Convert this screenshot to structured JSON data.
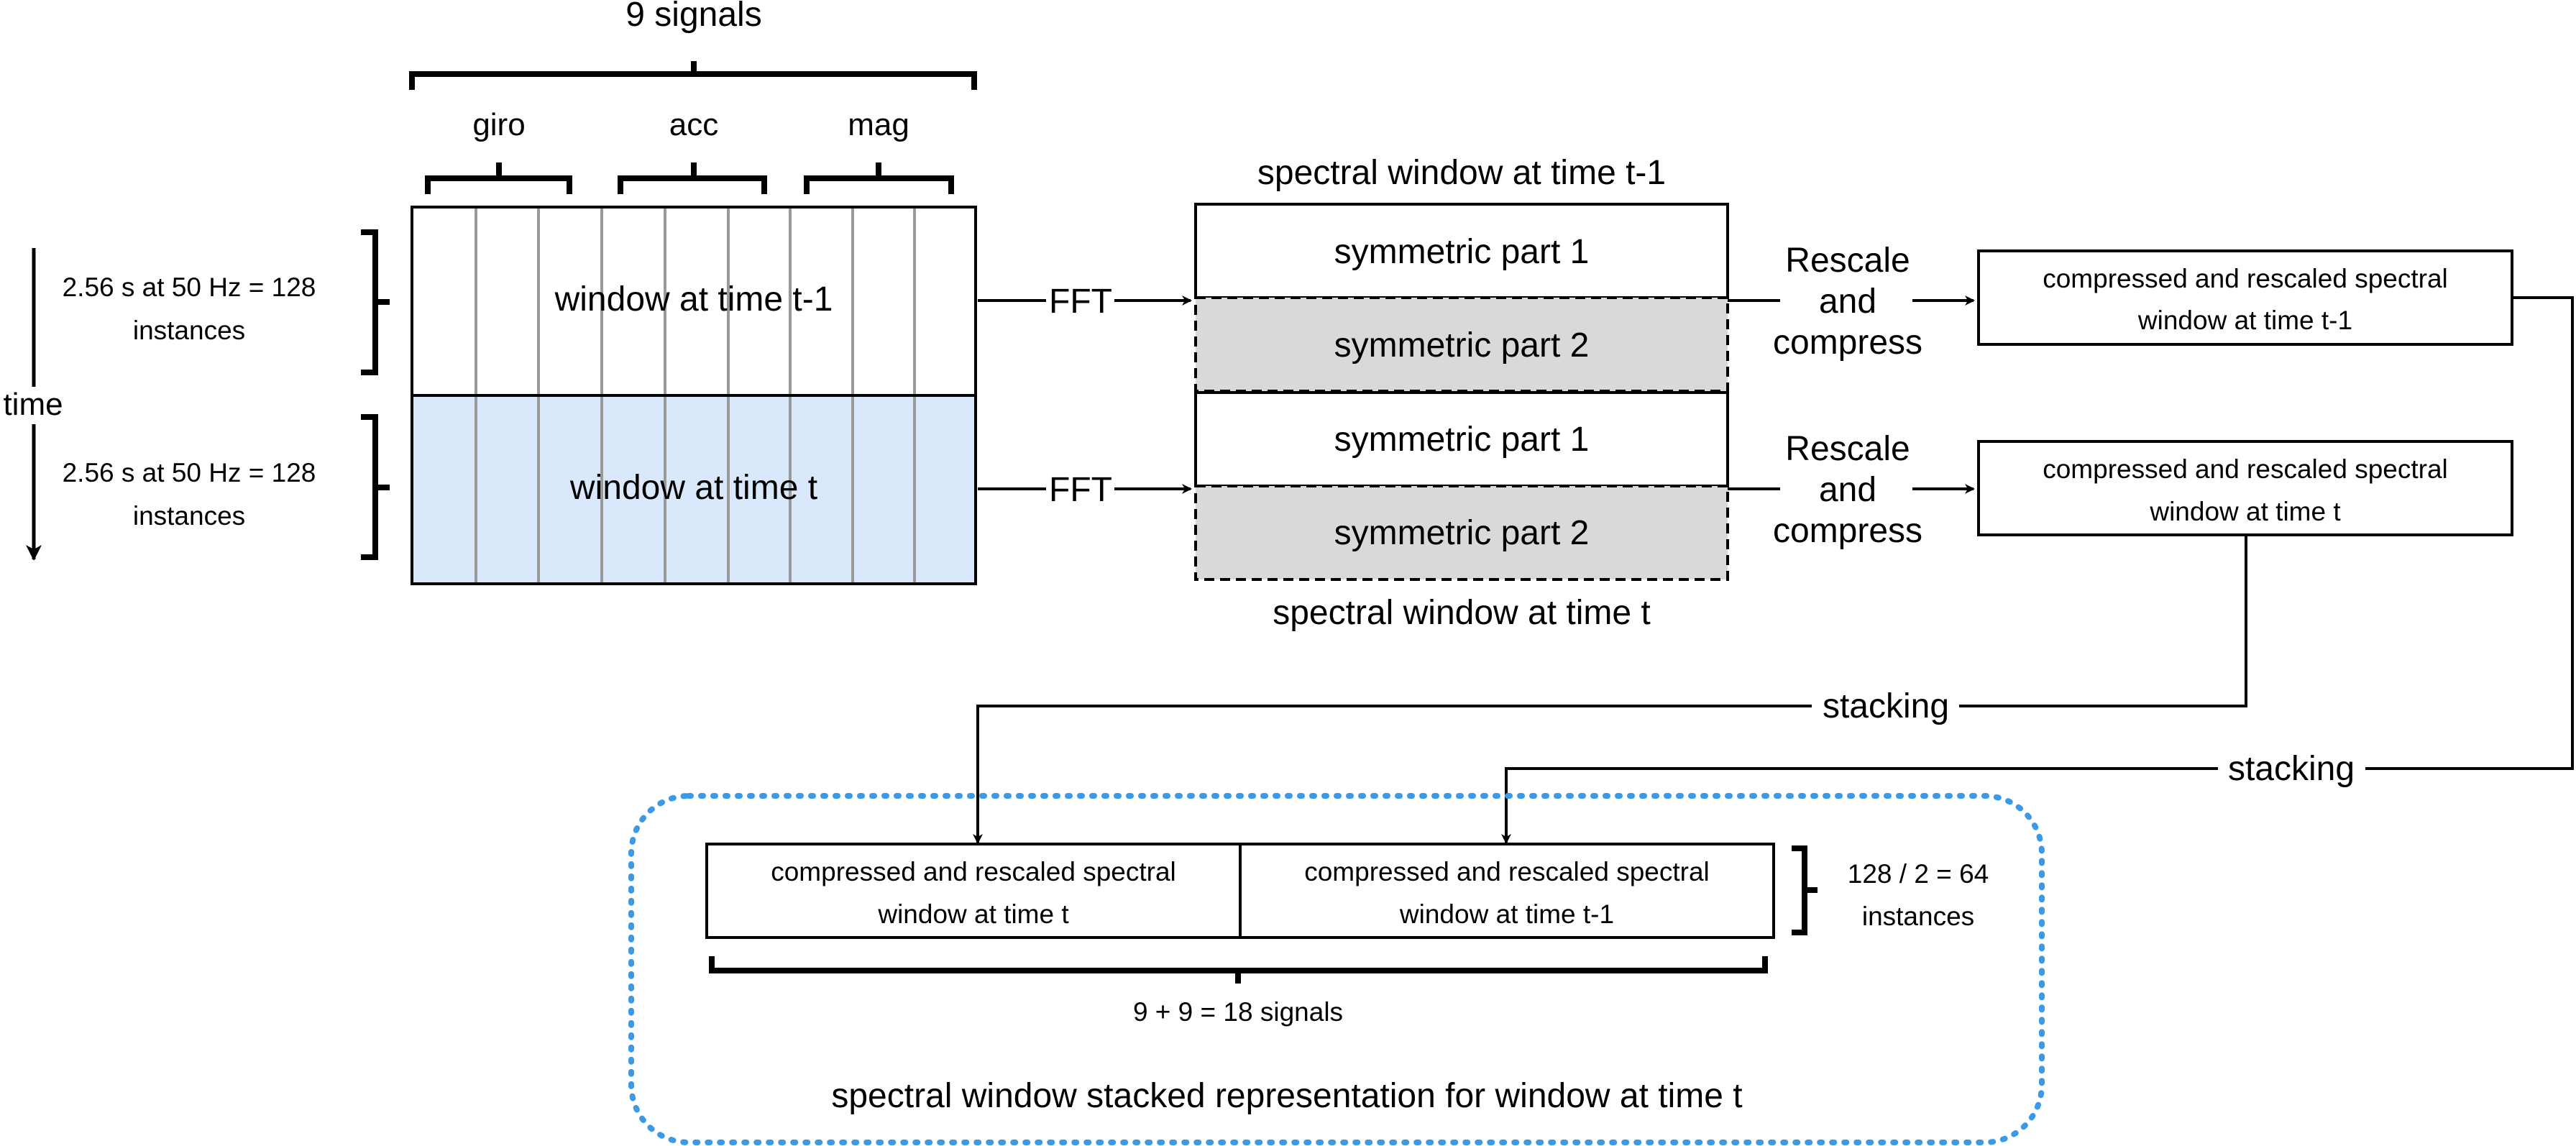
{
  "header": {
    "signals_title": "9 signals",
    "giro_label": "giro",
    "acc_label": "acc",
    "mag_label": "mag"
  },
  "left": {
    "time_label": "time",
    "duration_t1_line1": "2.56 s at 50 Hz = 128",
    "duration_t1_line2": "instances",
    "duration_t_line1": "2.56 s at 50 Hz = 128",
    "duration_t_line2": "instances"
  },
  "windows": {
    "t1_label": "window at time t-1",
    "t_label": "window at time t",
    "t_fill_color": "#dae8fc"
  },
  "fft": {
    "label_top": "FFT",
    "label_bottom": "FFT"
  },
  "spectral": {
    "title_top": "spectral window at time t-1",
    "title_bottom": "spectral window at time t",
    "t1_part1": "symmetric part 1",
    "t1_part2": "symmetric part 2",
    "t_part1": "symmetric part 1",
    "t_part2": "symmetric part 2",
    "part2_fill_color": "#d9d9d9"
  },
  "rescale": {
    "top_line1": "Rescale",
    "top_line2": "and",
    "top_line3": "compress",
    "bottom_line1": "Rescale",
    "bottom_line2": "and",
    "bottom_line3": "compress"
  },
  "compressed": {
    "t1_line1": "compressed and rescaled spectral",
    "t1_line2": "window at time t-1",
    "t_line1": "compressed and rescaled spectral",
    "t_line2": "window at time t"
  },
  "stacking": {
    "label_inner": "stacking",
    "label_outer": "stacking"
  },
  "stacked": {
    "left_line1": "compressed and rescaled spectral",
    "left_line2": "window at time t",
    "right_line1": "compressed and rescaled spectral",
    "right_line2": "window at time t-1",
    "instances_line1": "128 / 2 = 64",
    "instances_line2": "instances",
    "signals_label": "9 + 9 = 18 signals",
    "container_title": "spectral window stacked representation for window at time t",
    "container_border_color": "#3b99e6"
  }
}
